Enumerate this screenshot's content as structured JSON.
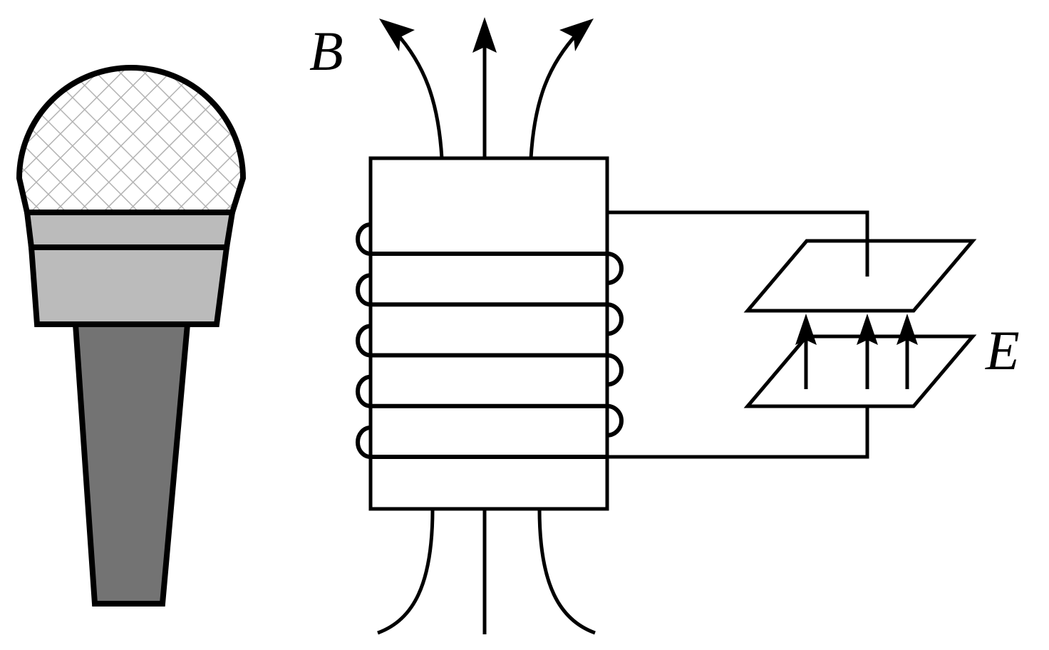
{
  "labels": {
    "magnetic_field": "B",
    "electric_field": "E"
  },
  "colors": {
    "stroke": "#000000",
    "mesh": "#b3b3b3",
    "mic_band": "#bbbbbb",
    "mic_handle": "#737373"
  },
  "coil_turns": 5
}
